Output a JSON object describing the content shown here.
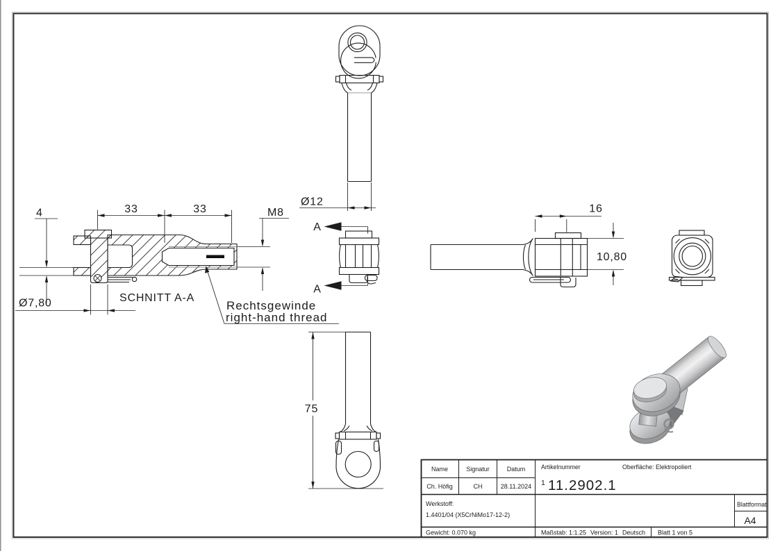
{
  "drawing": {
    "section_label": "SCHNITT A-A",
    "marker": "A",
    "note_de": "Rechtsgewinde",
    "note_en": "right-hand thread",
    "dims": {
      "fork_arm_thickness": "4",
      "length_1": "33",
      "length_2": "33",
      "thread": "M8",
      "shaft_diameter": "Ø12",
      "pin_diameter": "Ø7,80",
      "pin_offset": "16",
      "fork_height": "10,80",
      "total_length": "75"
    }
  },
  "title_block": {
    "headers": {
      "name": "Name",
      "signature": "Signatur",
      "date": "Datum"
    },
    "values": {
      "name": "Ch. Höfig",
      "signature": "CH",
      "date": "28.11.2024"
    },
    "article": {
      "label": "Artikelnummer",
      "prefix": "1",
      "number": "11.2902.1"
    },
    "surface": {
      "label": "Oberfläche:",
      "value": "Elektropoliert"
    },
    "material": {
      "label": "Werkstoff:",
      "value": "1.4401/04 (X5CrNiMo17-12-2)"
    },
    "weight": "Gewicht: 0.070 kg",
    "scale": "Maßstab: 1:1.25",
    "version": "Version: 1",
    "language": "Deutsch",
    "sheet": "Blatt 1 von 5",
    "format_label": "Blattformat",
    "format_value": "A4"
  }
}
